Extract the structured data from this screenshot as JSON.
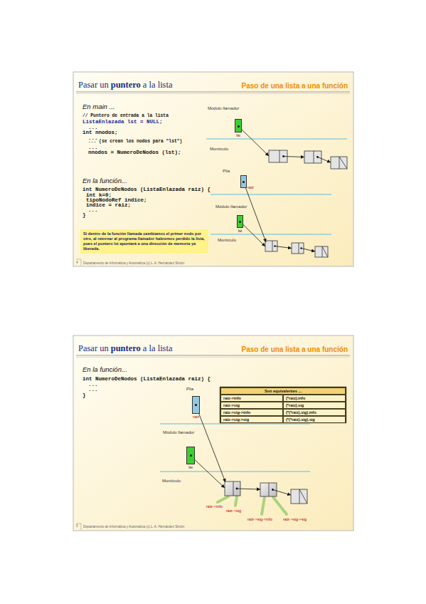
{
  "diagram": {
    "nodes": [
      {
        "text": [
          "lst"
        ]
      },
      {
        "text": [
          "raiz"
        ]
      },
      {
        "text": [
          "lst"
        ]
      },
      {
        "text": [
          "Si dentro de la función llamada cambiamos el primer nodo por otro, al retornar al programa llamador habremos perdido la lista, pues el puntero lst apuntará a una dirección de memoria ya liberada."
        ]
      },
      {
        "text": [
          "raiz"
        ]
      },
      {
        "text": [
          "lst"
        ]
      }
    ],
    "labels": [
      "Pasar un",
      "puntero",
      "a la lista",
      "Paso de una lista a una función",
      "En main ...",
      "// Puntero de entrada a la lista",
      "ListaEnlazada lst = NULL;",
      "...",
      "int nnodos;",
      "...",
      "... (se crean los nodos para \"lst\")",
      "...",
      "nnodos = NumeroDeNodos (lst);",
      "Módulo llamador",
      "Montículo",
      "Pila",
      "Módulo llamador",
      "Montículo",
      "En la función...",
      "int NumeroDeNodos (ListaEnlazada raiz) {",
      "int k=0;",
      "tipoNodoRef indice;",
      "indice = raiz;",
      "...",
      "}",
      "4",
      "Departamento de Informática y Automática (c) L. A. Hernández Simón",
      "Pasar un",
      "puntero",
      "a la lista",
      "Paso de una lista a una función",
      "En la función...",
      "int NumeroDeNodos (ListaEnlazada raiz) {",
      "...",
      "...",
      "}",
      "Pila",
      "Módulo llamador",
      "Montículo",
      "Son equivalentes ...",
      "raiz->info",
      "(*raiz).info",
      "raiz->sig",
      "(*raiz).sig",
      "raiz->sig->info",
      "(*(*raiz).sig).info",
      "raiz->sig->sig",
      "(*(*raiz).sig).sig",
      "raiz->info",
      "raiz->sig",
      "raiz->sig->info",
      "raiz->sig->sig",
      "5",
      "Departamento de Informática y Automática (c) L. A. Hernández Simón"
    ]
  }
}
